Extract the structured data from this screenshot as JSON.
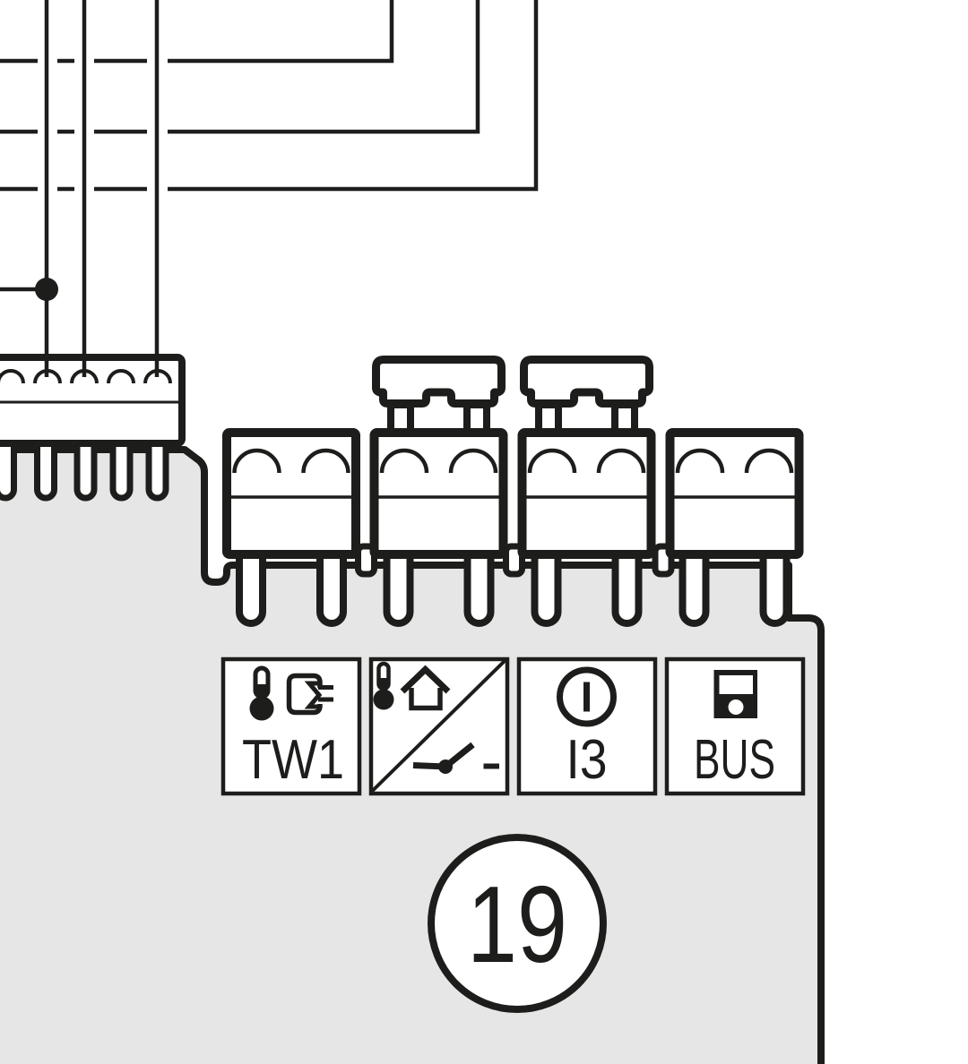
{
  "diagram": {
    "title": "control-unit-terminal-wiring-detail",
    "colors": {
      "line": "#1d1d1b",
      "body_fill": "#e6e6e6",
      "white": "#ffffff"
    },
    "callout": {
      "number": "19"
    },
    "terminals": [
      {
        "id": "tw1",
        "label": "TW1",
        "icons": [
          "thermometer-icon",
          "dhw-cylinder-icon"
        ],
        "jumper_cap": false
      },
      {
        "id": "outdoor-temp-timer",
        "label": "",
        "icons": [
          "thermometer-icon",
          "house-icon",
          "clock-hands-icon",
          "diagonal-strike"
        ],
        "jumper_cap": true
      },
      {
        "id": "i3",
        "label": "I3",
        "icons": [
          "circled-i-icon"
        ],
        "jumper_cap": true
      },
      {
        "id": "bus",
        "label": "BUS",
        "icons": [
          "bus-module-icon"
        ],
        "jumper_cap": false
      }
    ],
    "left_terminal_block": {
      "terminal_count": 5,
      "wired_terminal_count": 3,
      "pin_count": 5
    },
    "wires": {
      "horizontal_count": 4,
      "vertical_count": 3,
      "junction_dot_count": 1
    }
  }
}
